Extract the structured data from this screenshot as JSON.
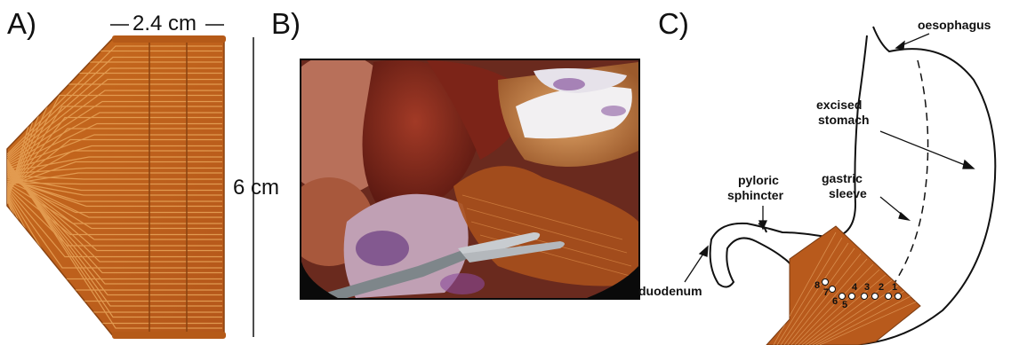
{
  "panels": {
    "a": {
      "letter": "A)",
      "width_label": "2.4 cm",
      "height_label": "6 cm",
      "colors": {
        "copper": "#c0661b",
        "trace": "#e8a55a",
        "edge": "#8a4310"
      }
    },
    "b": {
      "letter": "B)"
    },
    "c": {
      "letter": "C)",
      "labels": {
        "oesophagus": "oesophagus",
        "excised_stomach_1": "excised",
        "excised_stomach_2": "stomach",
        "pyloric_1": "pyloric",
        "pyloric_2": "sphincter",
        "gastric_1": "gastric",
        "gastric_2": "sleeve",
        "duodenum": "duodenum"
      },
      "electrodes": [
        "8",
        "7",
        "6",
        "5",
        "4",
        "3",
        "2",
        "1"
      ]
    }
  }
}
